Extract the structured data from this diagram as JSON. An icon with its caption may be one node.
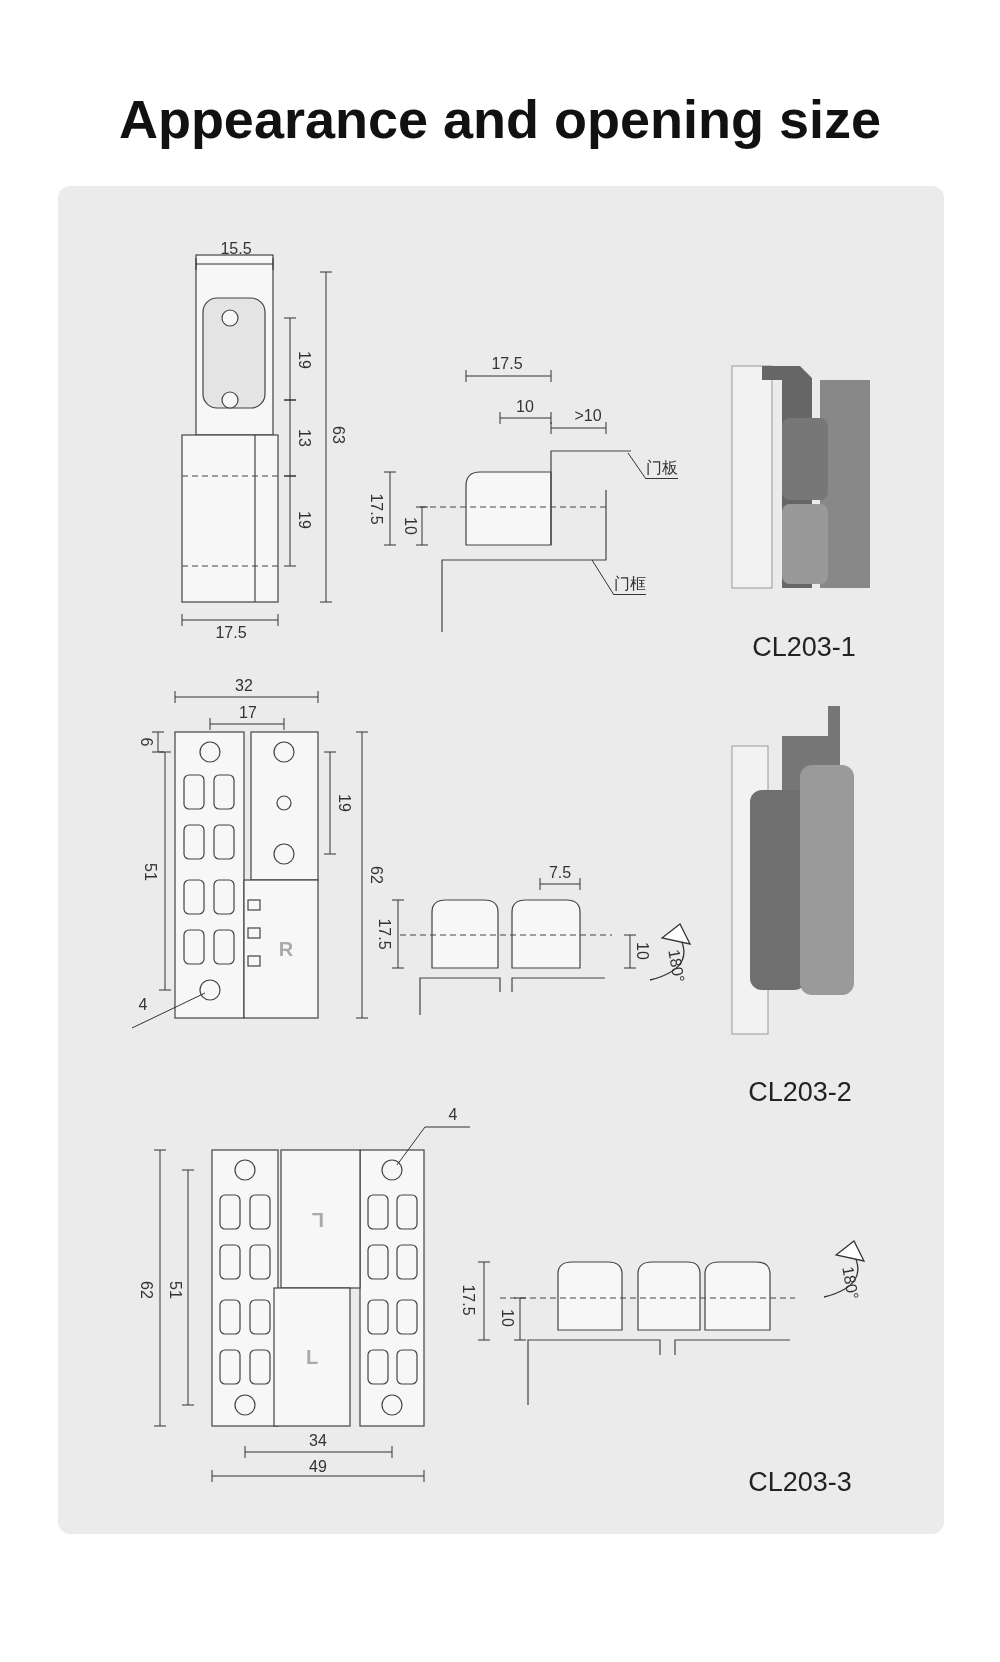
{
  "diagram": {
    "title": "Appearance and opening size",
    "nodes": [
      {
        "text": [
          "门板"
        ]
      },
      {
        "text": [
          "门框"
        ]
      },
      {
        "text": [],
        "shape": "picture"
      },
      {
        "text": [],
        "shape": "picture"
      }
    ],
    "edges": [
      {
        "from": 0,
        "to": 2,
        "arrow": "none"
      },
      {
        "from": 1,
        "to": 3,
        "arrow": "none"
      }
    ],
    "labels": [
      "15.5",
      "19",
      "13",
      "19",
      "63",
      "17.5",
      "17.5",
      "10",
      ">10",
      "17.5",
      "10",
      "CL203-1",
      "32",
      "17",
      "6",
      "19",
      "51",
      "62",
      "R",
      "4",
      "7.5",
      "17.5",
      "10",
      "180°",
      "CL203-2",
      "4",
      "62",
      "51",
      "L",
      "L",
      "34",
      "49",
      "17.5",
      "10",
      "180°",
      "CL203-3"
    ]
  }
}
